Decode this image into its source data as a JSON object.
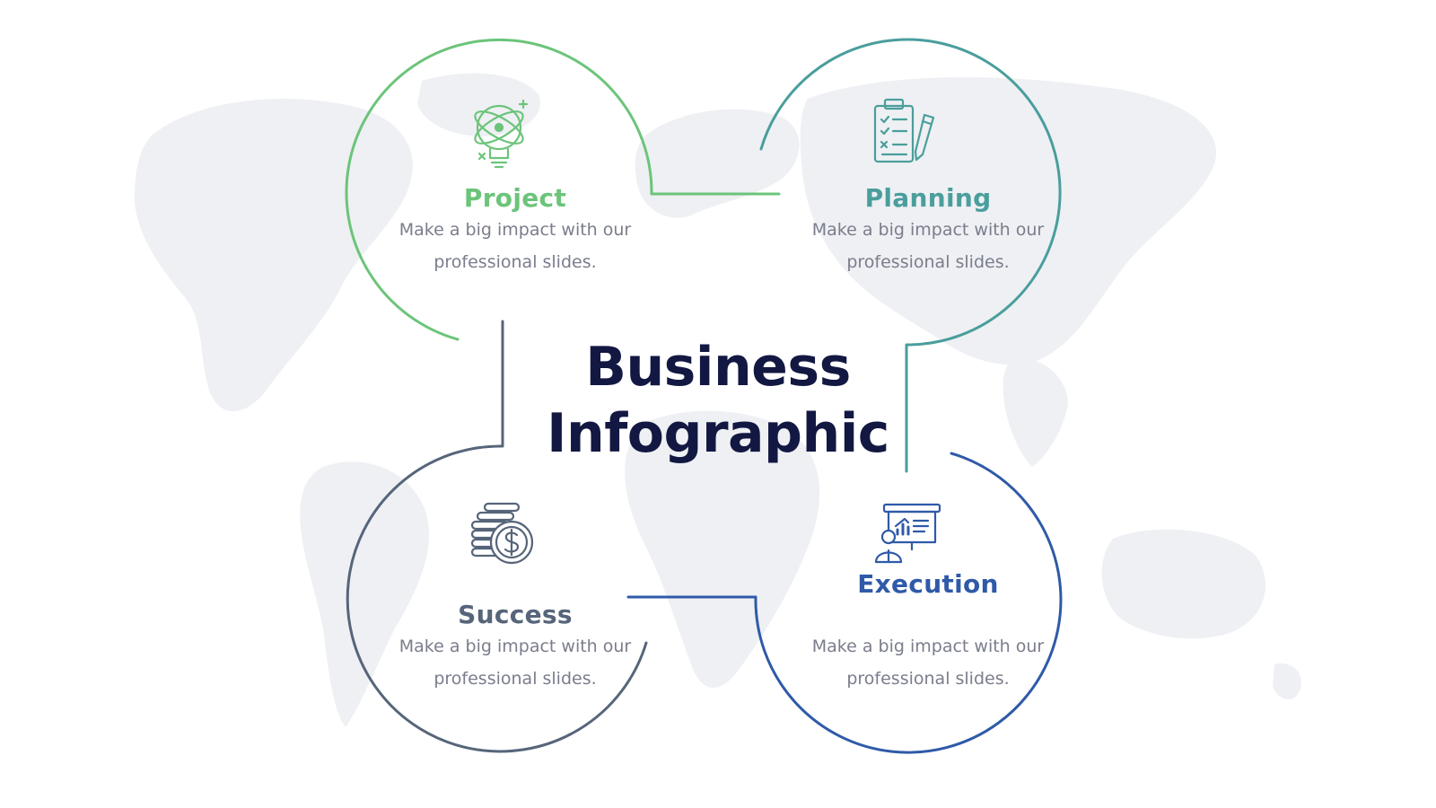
{
  "title": {
    "line1": "Business",
    "line2": "Infographic"
  },
  "quadrants": [
    {
      "key": "project",
      "title": "Project",
      "color": "#6cc47a",
      "icon": "atom-bulb-icon",
      "desc": "Make a big impact with our professional slides."
    },
    {
      "key": "planning",
      "title": "Planning",
      "color": "#4a9e9c",
      "icon": "clipboard-checklist-icon",
      "desc": "Make a big impact with our professional slides."
    },
    {
      "key": "success",
      "title": "Success",
      "color": "#56657a",
      "icon": "coins-dollar-icon",
      "desc": "Make a big impact with our professional slides."
    },
    {
      "key": "execution",
      "title": "Execution",
      "color": "#2f5aa8",
      "icon": "presentation-board-icon",
      "desc": "Make a big impact with our professional slides."
    }
  ],
  "colors": {
    "title": "#121842",
    "map": "#eef0f3",
    "desc": "#7a7d8c"
  }
}
